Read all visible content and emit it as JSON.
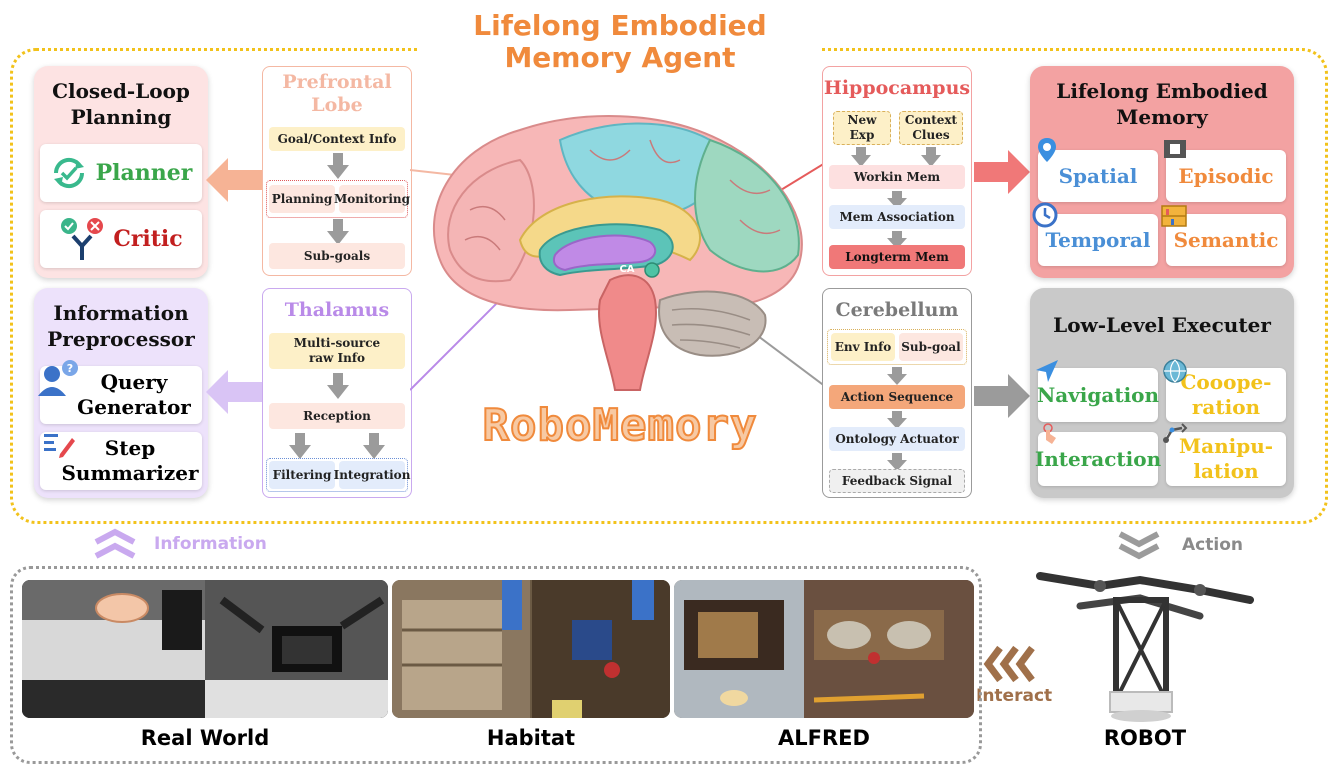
{
  "title_lines": [
    "Lifelong Embodied",
    "Memory Agent"
  ],
  "brand": "RoboMemory",
  "brain_label": "CA",
  "colors": {
    "orange": "#f08a3c",
    "pink_panel": "#fde3e3",
    "purple_panel": "#ede2fb",
    "red_panel": "#f3a2a2",
    "gray_panel": "#c9c9c9",
    "hippo_red": "#e55b5b",
    "thalamus_purple": "#b98ae8",
    "prefrontal_peach": "#f4b8a3",
    "cerebellum_gray": "#8a8a8a"
  },
  "closed_loop": {
    "title_lines": [
      "Closed-Loop",
      "Planning"
    ],
    "planner": {
      "label": "Planner",
      "icon": "cycle-check-icon"
    },
    "critic": {
      "label": "Critic",
      "icon": "check-cross-icon"
    }
  },
  "info_pre": {
    "title_lines": [
      "Information",
      "Preprocessor"
    ],
    "query": {
      "lines": [
        "Query",
        "Generator"
      ],
      "icon": "user-question-icon"
    },
    "step": {
      "lines": [
        "Step",
        "Summarizer"
      ],
      "icon": "notes-pencil-icon"
    }
  },
  "prefrontal": {
    "title_lines": [
      "Prefrontal",
      "Lobe"
    ],
    "goal": "Goal/Context Info",
    "planning": "Planning",
    "monitoring": "Monitoring",
    "subgoals": "Sub-goals"
  },
  "thalamus": {
    "title": "Thalamus",
    "multi_lines": [
      "Multi-source",
      "raw Info"
    ],
    "reception": "Reception",
    "filtering": "Filtering",
    "integration": "Integration"
  },
  "hippocampus": {
    "title": "Hippocampus",
    "new_exp_lines": [
      "New",
      "Exp"
    ],
    "context_lines": [
      "Context",
      "Clues"
    ],
    "working": "Workin Mem",
    "assoc": "Mem Association",
    "longterm": "Longterm Mem"
  },
  "cerebellum": {
    "title": "Cerebellum",
    "env": "Env Info",
    "subgoal": "Sub-goal",
    "action": "Action Sequence",
    "ontology": "Ontology Actuator",
    "feedback": "Feedback Signal"
  },
  "lifelong": {
    "title_lines": [
      "Lifelong Embodied",
      "Memory"
    ],
    "spatial": "Spatial",
    "episodic": "Episodic",
    "temporal": "Temporal",
    "semantic": "Semantic"
  },
  "executer": {
    "title": "Low-Level Executer",
    "navigation": "Navigation",
    "coop_lines": [
      "Cooope-",
      "ration"
    ],
    "interaction": "Interaction",
    "manip_lines": [
      "Manipu-",
      "lation"
    ]
  },
  "bottom": {
    "information": "Information",
    "action": "Action",
    "interact": "Interact",
    "real_world": "Real World",
    "habitat": "Habitat",
    "alfred": "ALFRED",
    "robot": "ROBOT"
  }
}
